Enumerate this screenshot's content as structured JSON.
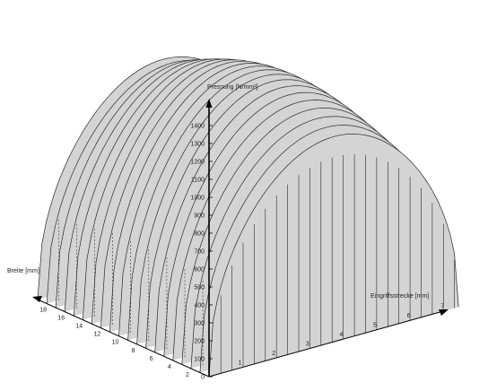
{
  "chart_data": {
    "type": "3d-surface",
    "title": "",
    "zlabel": "Pressung [N/mm²]",
    "xlabel": "Eingriffsstrecke [mm]",
    "ylabel": "Breite [mm]",
    "z_ticks": [
      0,
      100,
      200,
      300,
      400,
      500,
      600,
      700,
      800,
      900,
      1000,
      1100,
      1200,
      1300,
      1400
    ],
    "z_tick_labels": [
      "0",
      "100",
      "200",
      "300",
      "400",
      "500",
      "600",
      "700",
      "800",
      "900",
      "1000",
      "1100",
      "1200",
      "1300",
      "1400"
    ],
    "x_ticks": [
      1,
      2,
      3,
      4,
      5,
      6,
      7
    ],
    "x_tick_labels": [
      "1",
      "2",
      "3",
      "4",
      "5",
      "6",
      "7"
    ],
    "y_ticks": [
      2,
      4,
      6,
      8,
      10,
      12,
      14,
      16,
      18
    ],
    "y_tick_labels": [
      "2",
      "4",
      "6",
      "8",
      "10",
      "12",
      "14",
      "16",
      "18"
    ],
    "zlim": [
      0,
      1400
    ],
    "xlim": [
      0,
      7.4
    ],
    "ylim": [
      0,
      19
    ],
    "surface": {
      "description_free": true,
      "peak_pressure": 1300,
      "colors": {
        "surface": "#d4d4d4",
        "lines": "#2a2a2a",
        "dashed": "#333333",
        "axis": "#000000"
      }
    }
  }
}
